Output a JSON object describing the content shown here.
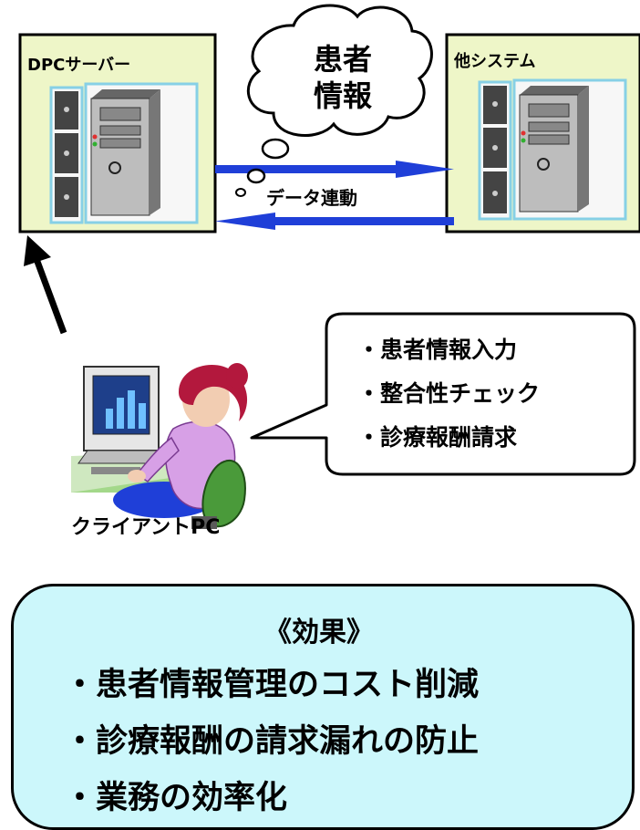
{
  "servers": {
    "dpc_label": "DPCサーバー",
    "other_label": "他システム"
  },
  "cloud": {
    "line1": "患者",
    "line2": "情報"
  },
  "link_label": "データ連動",
  "client_label": "クライアントPC",
  "tasks": [
    "・患者情報入力",
    "・整合性チェック",
    "・診療報酬請求"
  ],
  "effects": {
    "heading": "《効果》",
    "items": [
      "・患者情報管理のコスト削減",
      "・診療報酬の請求漏れの防止",
      "・業務の効率化"
    ]
  },
  "colors": {
    "server_panel": "#eef6c8",
    "arrow_blue": "#1f3fd8",
    "effect_panel": "#ccf7fb",
    "clothing": "#d7a0e6",
    "hair": "#b3183d",
    "chair": "#4a9a3a"
  }
}
